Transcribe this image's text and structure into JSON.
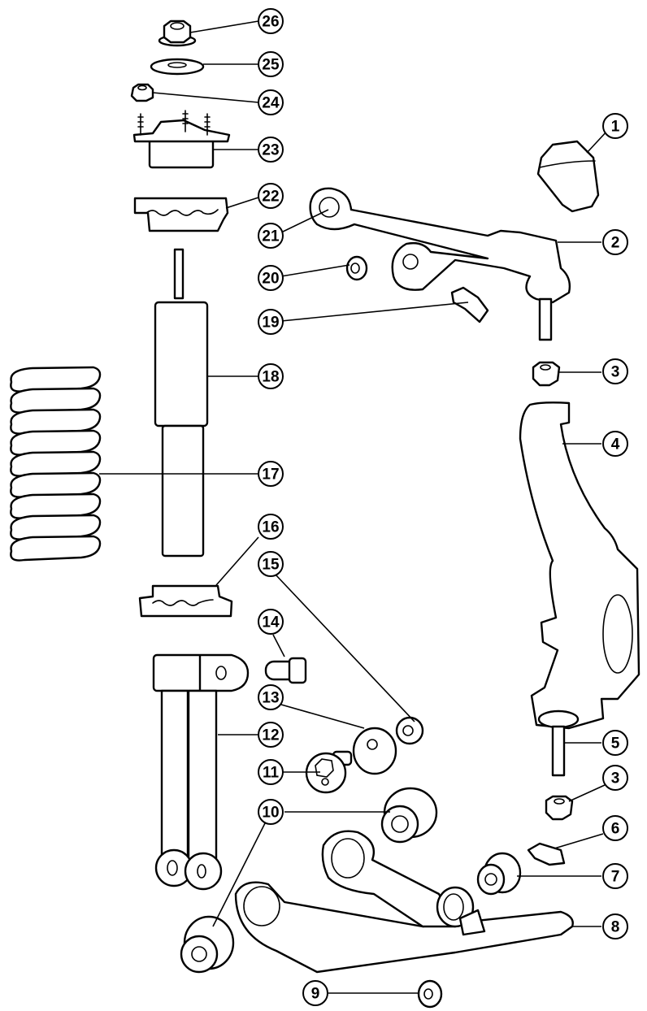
{
  "diagram": {
    "title": "Front suspension exploded view",
    "callouts": [
      {
        "id": "1",
        "part": "jounce-bumper"
      },
      {
        "id": "2",
        "part": "upper-control-arm"
      },
      {
        "id": "3",
        "part": "nut-upper"
      },
      {
        "id": "4",
        "part": "steering-knuckle"
      },
      {
        "id": "5",
        "part": "ball-joint"
      },
      {
        "id": "3",
        "part": "nut-lower"
      },
      {
        "id": "6",
        "part": "sensor-bracket-lower"
      },
      {
        "id": "7",
        "part": "bushing-right"
      },
      {
        "id": "8",
        "part": "lower-control-arm"
      },
      {
        "id": "9",
        "part": "nut-bottom"
      },
      {
        "id": "10",
        "part": "bushing-pair"
      },
      {
        "id": "11",
        "part": "cam-bolt"
      },
      {
        "id": "12",
        "part": "shock-clevis"
      },
      {
        "id": "13",
        "part": "cam-washer"
      },
      {
        "id": "14",
        "part": "clevis-bolt"
      },
      {
        "id": "15",
        "part": "clevis-nut"
      },
      {
        "id": "16",
        "part": "lower-spring-isolator"
      },
      {
        "id": "17",
        "part": "coil-spring"
      },
      {
        "id": "18",
        "part": "shock-absorber"
      },
      {
        "id": "19",
        "part": "sensor-bracket-upper"
      },
      {
        "id": "20",
        "part": "upper-arm-nut"
      },
      {
        "id": "21",
        "part": "upper-arm-bushing"
      },
      {
        "id": "22",
        "part": "upper-spring-isolator"
      },
      {
        "id": "23",
        "part": "upper-mount"
      },
      {
        "id": "24",
        "part": "mount-nut"
      },
      {
        "id": "25",
        "part": "washer"
      },
      {
        "id": "26",
        "part": "top-nut"
      }
    ]
  }
}
